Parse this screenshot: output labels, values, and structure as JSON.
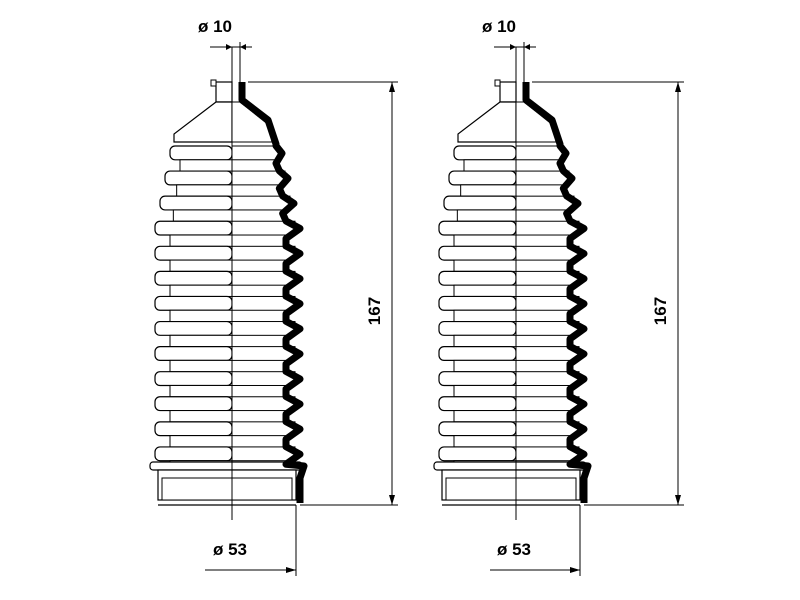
{
  "boots": [
    {
      "top_diameter_label": "ø 10",
      "length_label": "167",
      "bottom_diameter_label": "ø 53"
    },
    {
      "top_diameter_label": "ø 10",
      "length_label": "167",
      "bottom_diameter_label": "ø 53"
    }
  ],
  "colors": {
    "line": "#000000",
    "body_fill": "#ffffff",
    "section_fill": "#000000"
  },
  "convolution_count": 13
}
